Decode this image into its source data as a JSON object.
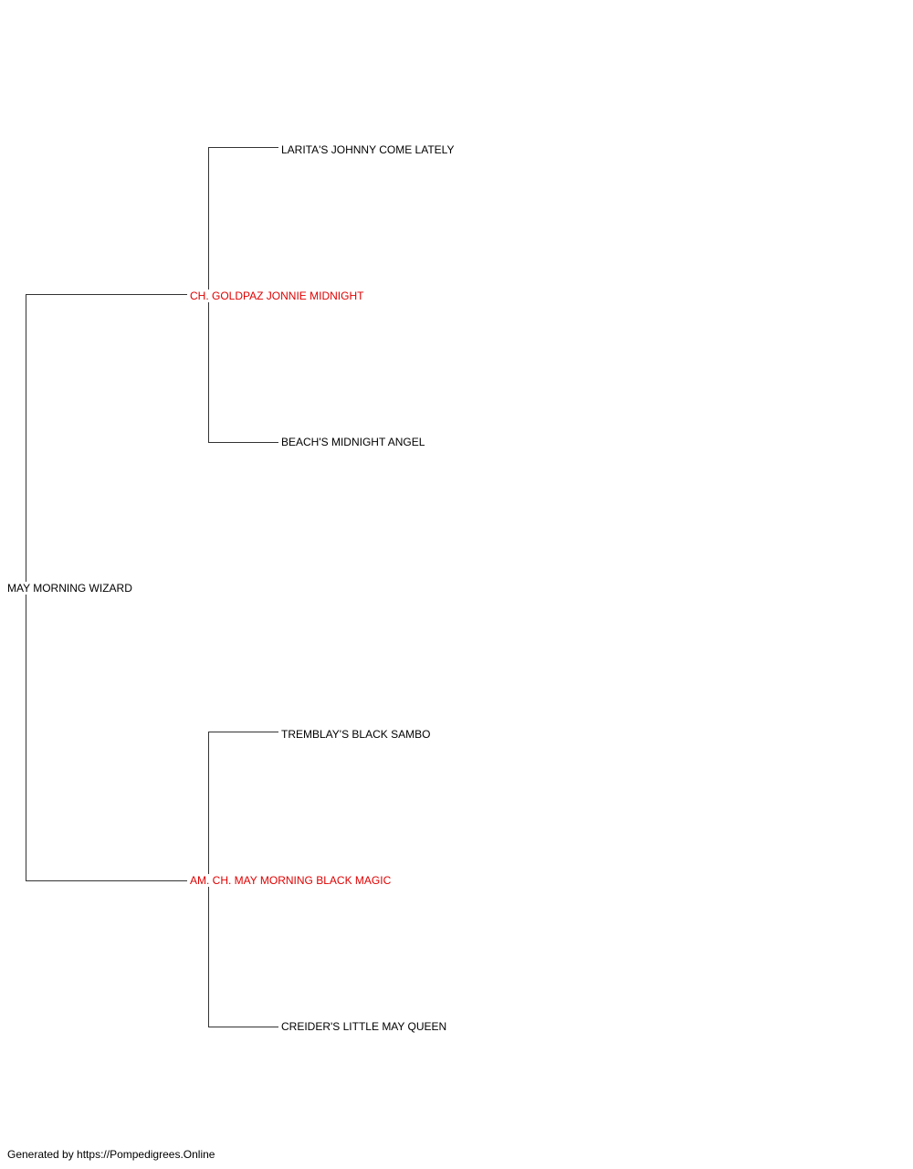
{
  "pedigree": {
    "subject": {
      "name": "MAY MORNING WIZARD"
    },
    "sire": {
      "name": "CH. GOLDPAZ JONNIE MIDNIGHT",
      "champion": true
    },
    "dam": {
      "name": "AM. CH. MAY MORNING BLACK MAGIC",
      "champion": true
    },
    "sire_sire": {
      "name": "LARITA'S JOHNNY COME LATELY"
    },
    "sire_dam": {
      "name": "BEACH'S MIDNIGHT ANGEL"
    },
    "dam_sire": {
      "name": "TREMBLAY'S BLACK SAMBO"
    },
    "dam_dam": {
      "name": "CREIDER'S LITTLE MAY QUEEN"
    }
  },
  "colors": {
    "champion": "#e00000",
    "default": "#000000",
    "lines": "#333333"
  },
  "footer": {
    "text": "Generated by https://Pompedigrees.Online"
  }
}
